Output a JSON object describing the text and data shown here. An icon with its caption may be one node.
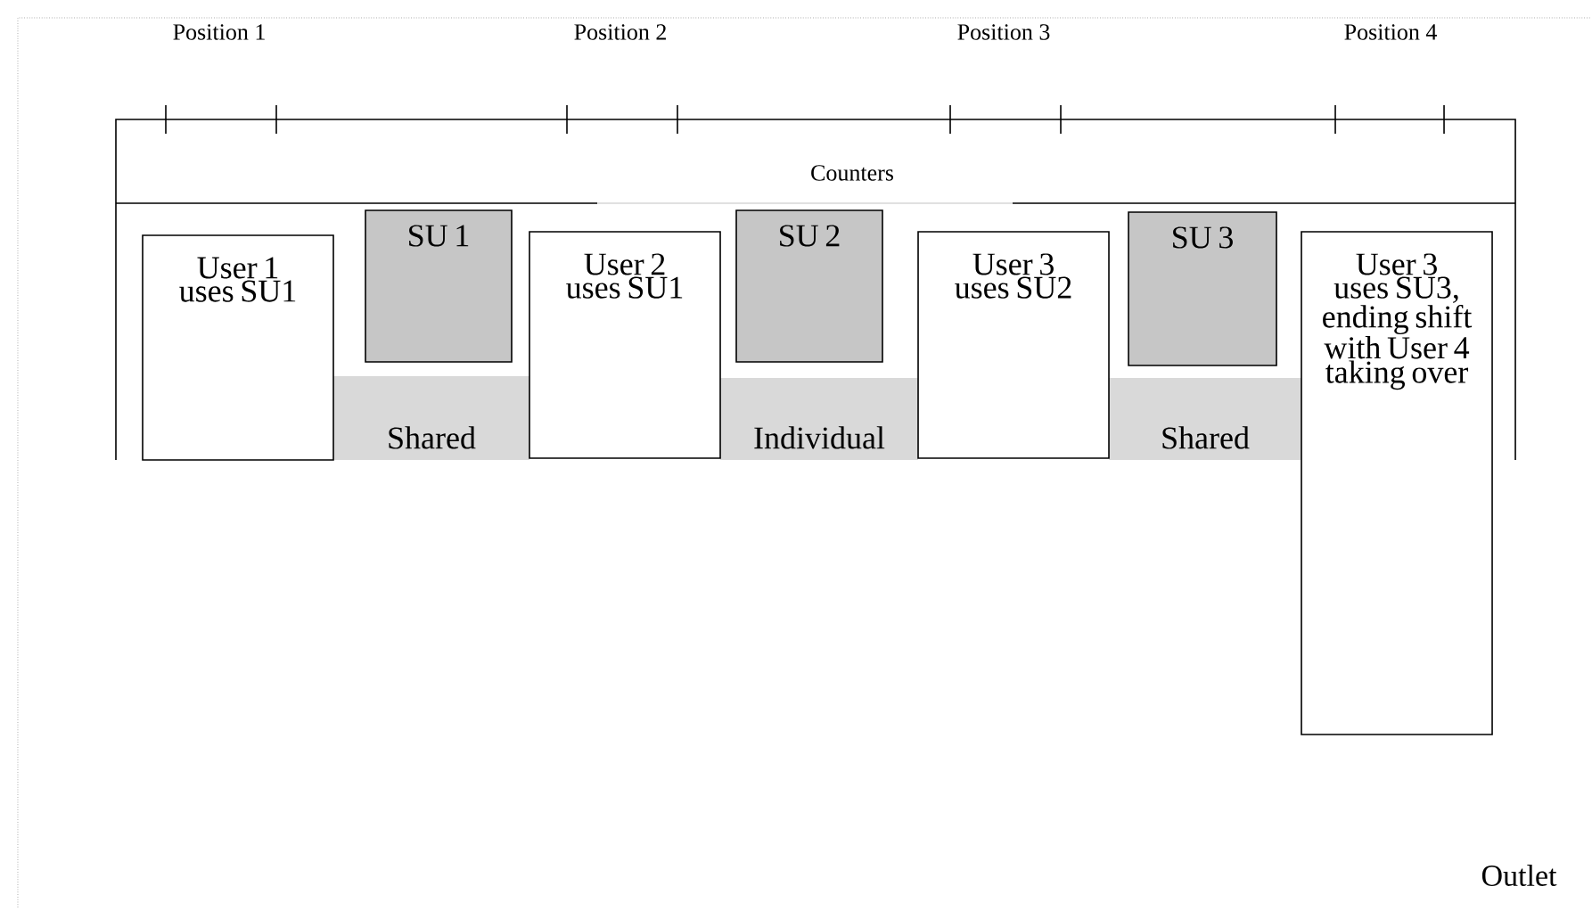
{
  "diagram": {
    "nodes": [
      {
        "text": [
          "User 1 uses SU1"
        ]
      },
      {
        "text": [
          "SU 1"
        ]
      },
      {
        "text": [
          "Shared"
        ]
      },
      {
        "text": [
          "User 2 uses SU1"
        ]
      },
      {
        "text": [
          "SU 2"
        ]
      },
      {
        "text": [
          "Individual"
        ]
      },
      {
        "text": [
          "User 3 uses SU2"
        ]
      },
      {
        "text": [
          "SU 3"
        ]
      },
      {
        "text": [
          "Shared"
        ]
      },
      {
        "text": [
          "User 3 uses SU3, ending shift with User 4 taking over"
        ]
      }
    ],
    "labels": [
      "Position 1",
      "Position 2",
      "Position 3",
      "Position 4",
      "Counters",
      "Outlet"
    ]
  }
}
